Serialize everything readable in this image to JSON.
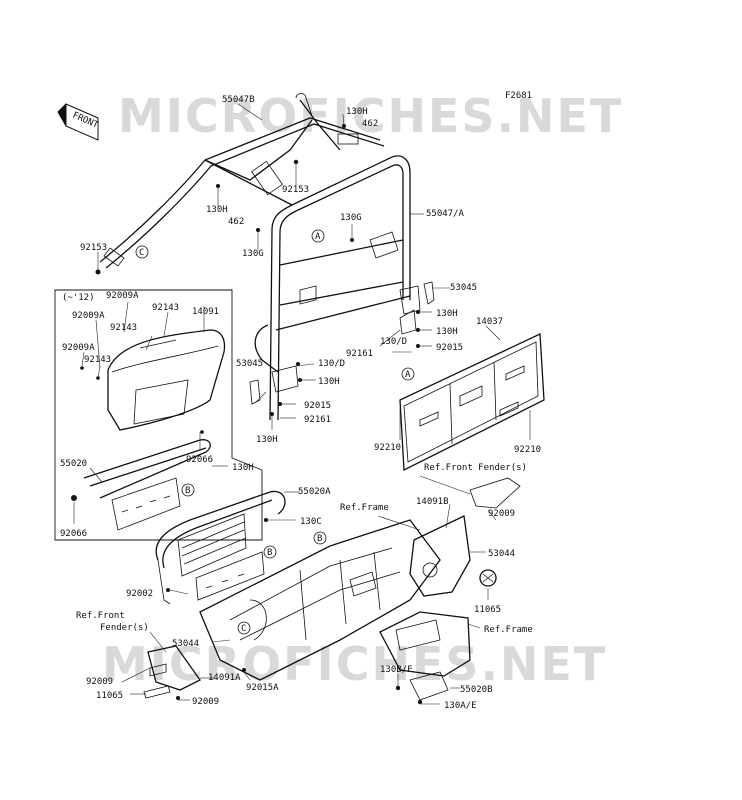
{
  "diagram": {
    "code": "F2681",
    "watermark": "MICROFICHES.NET",
    "front_tag": "FRONT",
    "inset_note": "(~'12)",
    "callouts": [
      {
        "id": "c-a1",
        "letter": "A"
      },
      {
        "id": "c-a2",
        "letter": "A"
      },
      {
        "id": "c-b1",
        "letter": "B"
      },
      {
        "id": "c-b2",
        "letter": "B"
      },
      {
        "id": "c-b3",
        "letter": "B"
      },
      {
        "id": "c-c1",
        "letter": "C"
      },
      {
        "id": "c-c2",
        "letter": "C"
      }
    ],
    "labels": [
      {
        "id": "l01",
        "text": "55047B"
      },
      {
        "id": "l02",
        "text": "130H"
      },
      {
        "id": "l03",
        "text": "462"
      },
      {
        "id": "l04",
        "text": "92153"
      },
      {
        "id": "l05",
        "text": "130H"
      },
      {
        "id": "l06",
        "text": "462"
      },
      {
        "id": "l07",
        "text": "130G"
      },
      {
        "id": "l08",
        "text": "130G"
      },
      {
        "id": "l09",
        "text": "55047/A"
      },
      {
        "id": "l10",
        "text": "92153"
      },
      {
        "id": "l11",
        "text": "53045"
      },
      {
        "id": "l12",
        "text": "130H"
      },
      {
        "id": "l13",
        "text": "130/D"
      },
      {
        "id": "l14",
        "text": "130H"
      },
      {
        "id": "l15",
        "text": "92161"
      },
      {
        "id": "l16",
        "text": "92015"
      },
      {
        "id": "l17",
        "text": "14037"
      },
      {
        "id": "l18",
        "text": "92009A"
      },
      {
        "id": "l19",
        "text": "92009A"
      },
      {
        "id": "l20",
        "text": "92143"
      },
      {
        "id": "l21",
        "text": "14091"
      },
      {
        "id": "l22",
        "text": "92143"
      },
      {
        "id": "l23",
        "text": "92009A"
      },
      {
        "id": "l24",
        "text": "92143"
      },
      {
        "id": "l25",
        "text": "53045"
      },
      {
        "id": "l26",
        "text": "130/D"
      },
      {
        "id": "l27",
        "text": "130H"
      },
      {
        "id": "l28",
        "text": "92015"
      },
      {
        "id": "l29",
        "text": "92161"
      },
      {
        "id": "l30",
        "text": "130H"
      },
      {
        "id": "l31",
        "text": "92210"
      },
      {
        "id": "l32",
        "text": "92210"
      },
      {
        "id": "l33",
        "text": "55020"
      },
      {
        "id": "l34",
        "text": "92066"
      },
      {
        "id": "l35",
        "text": "130H"
      },
      {
        "id": "l36",
        "text": "92066"
      },
      {
        "id": "l37",
        "text": "Ref.Front Fender(s)"
      },
      {
        "id": "l38",
        "text": "55020A"
      },
      {
        "id": "l39",
        "text": "Ref.Frame"
      },
      {
        "id": "l40",
        "text": "14091B"
      },
      {
        "id": "l41",
        "text": "130C"
      },
      {
        "id": "l42",
        "text": "92009"
      },
      {
        "id": "l43",
        "text": "53044"
      },
      {
        "id": "l44",
        "text": "11065"
      },
      {
        "id": "l45",
        "text": "92002"
      },
      {
        "id": "l46",
        "text": "Ref.Front"
      },
      {
        "id": "l47",
        "text": "Fender(s)"
      },
      {
        "id": "l48",
        "text": "53044"
      },
      {
        "id": "l49",
        "text": "Ref.Frame"
      },
      {
        "id": "l50",
        "text": "92009"
      },
      {
        "id": "l51",
        "text": "14091A"
      },
      {
        "id": "l52",
        "text": "11065"
      },
      {
        "id": "l53",
        "text": "92015A"
      },
      {
        "id": "l54",
        "text": "130B/F"
      },
      {
        "id": "l55",
        "text": "55020B"
      },
      {
        "id": "l56",
        "text": "92009"
      },
      {
        "id": "l57",
        "text": "130A/E"
      }
    ]
  }
}
